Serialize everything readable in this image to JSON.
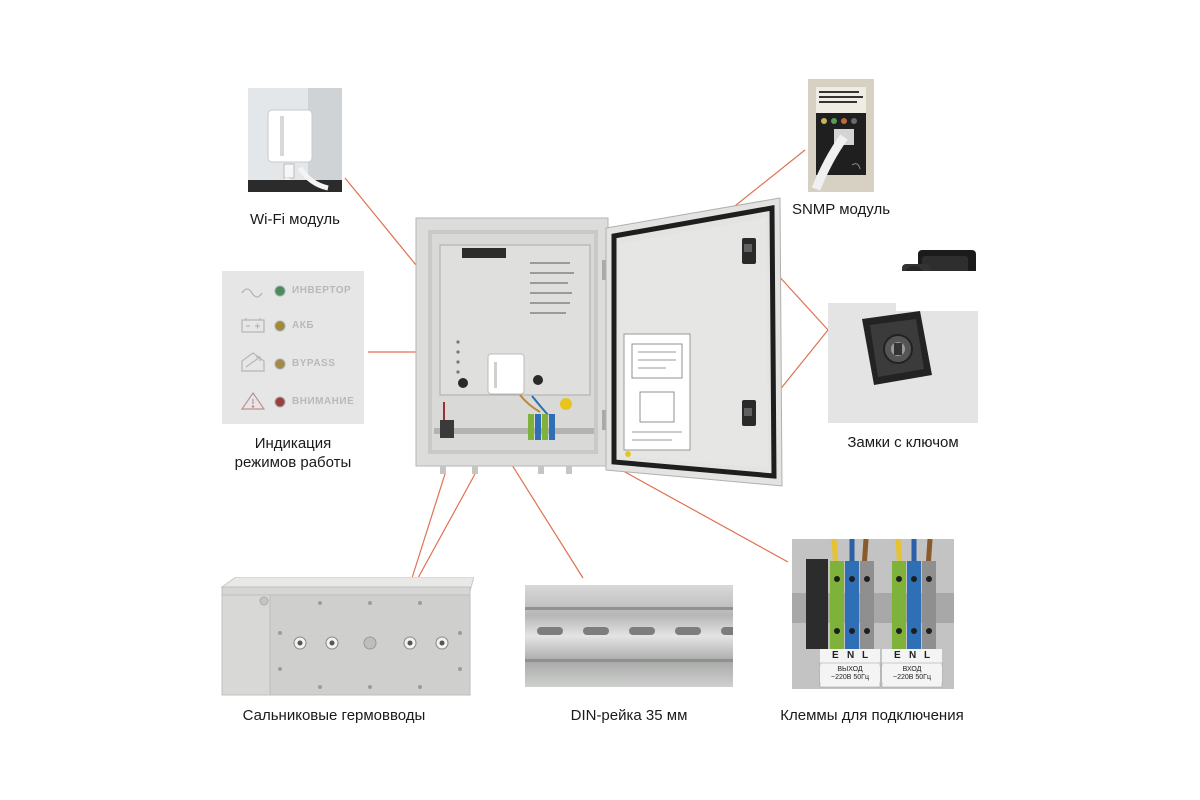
{
  "captions": {
    "wifi": "Wi-Fi модуль",
    "snmp": "SNMP модуль",
    "indication_line1": "Индикация",
    "indication_line2": "режимов работы",
    "locks": "Замки с ключом",
    "glands": "Сальниковые гермовводы",
    "din_rail": "DIN-рейка 35 мм",
    "terminals": "Клеммы для подключения"
  },
  "indicator_panel": {
    "rows": [
      {
        "label": "ИНВЕРТОР",
        "icon": "sine-wave-icon",
        "led_color": "#4e8a5c"
      },
      {
        "label": "АКБ",
        "icon": "battery-icon",
        "led_color": "#a08a3a"
      },
      {
        "label": "BYPASS",
        "icon": "bypass-house-icon",
        "led_color": "#a48a44"
      },
      {
        "label": "ВНИМАНИЕ",
        "icon": "warning-triangle-icon",
        "led_color": "#9a4040"
      }
    ]
  },
  "terminal_photo": {
    "letters": [
      "E",
      "N",
      "L",
      "E",
      "N",
      "L"
    ],
    "label_out_1": "ВЫХОД",
    "label_out_2": "~220В 50Гц",
    "label_in_1": "ВХОД",
    "label_in_2": "~220В 50Гц"
  },
  "colors": {
    "callout_line": "#e0714f",
    "cabinet": "#dedfdd",
    "door_seal": "#1e1e1e",
    "terminal_green": "#7fb23a",
    "terminal_blue": "#2f6fb5"
  }
}
